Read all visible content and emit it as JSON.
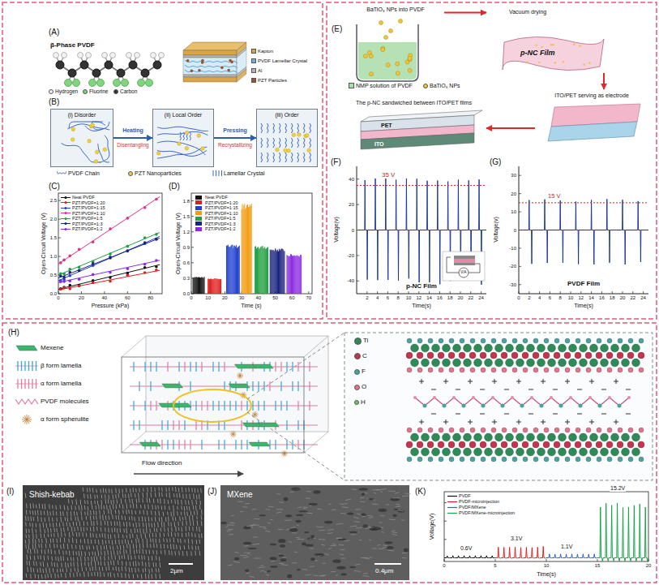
{
  "diagram": {
    "nodes": [
      {
        "text": [
          "(i) Disorder"
        ]
      },
      {
        "text": [
          "(ii) Local Order"
        ]
      },
      {
        "text": [
          "(iii) Order"
        ]
      },
      {
        "text": [
          "BaTiO₃ NPs into PVDF"
        ]
      },
      {
        "text": [
          "p-NC Film"
        ]
      },
      {
        "text": [
          "ITO/PET serving as electrode"
        ]
      },
      {
        "text": [
          "The p-NC sandwiched between ITO/PET films"
        ]
      }
    ],
    "edges": [
      {
        "from": 0,
        "to": 1,
        "label": "Heating",
        "arrow": "to"
      },
      {
        "from": 1,
        "to": 2,
        "label": "Pressing",
        "arrow": "to"
      },
      {
        "from": 3,
        "to": 4,
        "arrow": "to"
      },
      {
        "from": 4,
        "to": 5,
        "arrow": "to"
      },
      {
        "from": 5,
        "to": 6,
        "arrow": "to"
      }
    ],
    "labels": [
      "(A)",
      "β-Phase PVDF",
      "(B)",
      "Disentangling",
      "Recrystallizing",
      "(C)",
      "Open-Circuit Voltage (V)",
      "Pressure (kPa)",
      "0.0",
      "0.5",
      "1.0",
      "1.5",
      "2.0",
      "2.5",
      "0",
      "20",
      "40",
      "60",
      "80",
      "(D)",
      "Open-Circuit Voltage (V)",
      "Time (s)",
      "0.0",
      "0.3",
      "0.6",
      "0.9",
      "1.2",
      "1.5",
      "1.8",
      "0",
      "10",
      "20",
      "30",
      "40",
      "50",
      "60",
      "70",
      "(E)",
      "Vacuum drying",
      "PET",
      "ITO",
      "(F)",
      "35 V",
      "Voltage(v)",
      "Time(s)",
      "p-NC Film",
      "V/A",
      "40",
      "20",
      "0",
      "-20",
      "-40",
      "2",
      "4",
      "6",
      "8",
      "10",
      "12",
      "14",
      "16",
      "18",
      "20",
      "22",
      "24",
      "(G)",
      "15 V",
      "Voltage(v)",
      "Time(s)",
      "PVDF Film",
      "30",
      "20",
      "10",
      "0",
      "-10",
      "-20",
      "-30",
      "0",
      "2",
      "4",
      "6",
      "8",
      "10",
      "12",
      "14",
      "16",
      "18",
      "20",
      "22",
      "24",
      "(H)",
      "Flow direction",
      "(I)",
      "Shish-kebab",
      "2μm",
      "(J)",
      "MXene",
      "0.4μm",
      "(K)",
      "Voltage(V)",
      "Time(s)",
      "0.6V",
      "3.1V",
      "1.1V",
      "15.2V",
      "0",
      "5",
      "10",
      "15",
      "20"
    ],
    "legend": [
      {
        "text": "Hydrogen",
        "color": "#f2f2f2"
      },
      {
        "text": "Fluorine",
        "color": "#7fd67f"
      },
      {
        "text": "Carbon",
        "color": "#333333"
      },
      {
        "text": "Kapton",
        "color": "#d9a441"
      },
      {
        "text": "PVDF Lamellar Crystal",
        "color": "#6fb3d9"
      },
      {
        "text": "Al",
        "color": "#b5b5b5"
      },
      {
        "text": "PZT Particles",
        "color": "#a0522d"
      },
      {
        "text": "PVDF Chain"
      },
      {
        "text": "PZT Nanoparticles",
        "color": "#f2d13a"
      },
      {
        "text": "Lamellar Crystal"
      },
      {
        "text": "Neat PVDF"
      },
      {
        "text": "PZT/PVDF=1:20"
      },
      {
        "text": "PZT/PVDF=1:15"
      },
      {
        "text": "PZT/PVDF=1:10"
      },
      {
        "text": "PZT/PVDF=1:5"
      },
      {
        "text": "PZT/PVDF=1:3"
      },
      {
        "text": "PZT/PVDF=1:2"
      },
      {
        "text": "Neat PVDF"
      },
      {
        "text": "PZT/PVDF=1:20"
      },
      {
        "text": "PZT/PVDF=1:15"
      },
      {
        "text": "PZT/PVDF=1:10"
      },
      {
        "text": "PZT/PVDF=1:5"
      },
      {
        "text": "PZT/PVDF=1:3"
      },
      {
        "text": "PZT/PVDF=1:2"
      },
      {
        "text": "NMP solution of PVDF",
        "color": "#a8dca8"
      },
      {
        "text": "BaTiO₃ NPs",
        "color": "#f2c43a"
      },
      {
        "text": "Mexene"
      },
      {
        "text": "β form lamella"
      },
      {
        "text": "α form lamella"
      },
      {
        "text": "PVDF molecules"
      },
      {
        "text": "α form spherulite"
      },
      {
        "text": "Ti",
        "color": "#2e8b57"
      },
      {
        "text": "C",
        "color": "#c8324a"
      },
      {
        "text": "F",
        "color": "#4aa3a3"
      },
      {
        "text": "O",
        "color": "#e8708a"
      },
      {
        "text": "H",
        "color": "#66cc66"
      },
      {
        "text": "PVDF"
      },
      {
        "text": "PVDF-microinjection"
      },
      {
        "text": "PVDF/MXene"
      },
      {
        "text": "PVDF/MXene-microinjection"
      }
    ]
  }
}
